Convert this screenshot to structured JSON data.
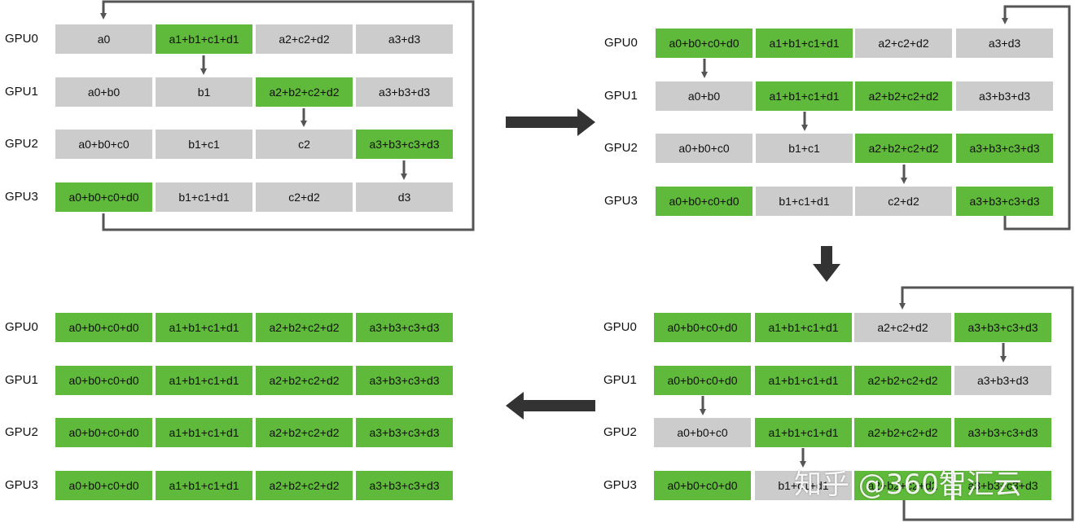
{
  "colors": {
    "gray": "#cccccc",
    "green": "#5fb93a",
    "line": "#555555",
    "arrow": "#333333"
  },
  "panels": [
    {
      "id": "top-left",
      "rows": [
        {
          "label": "GPU0",
          "cells": [
            {
              "text": "a0",
              "state": "gray"
            },
            {
              "text": "a1+b1+c1+d1",
              "state": "green"
            },
            {
              "text": "a2+c2+d2",
              "state": "gray"
            },
            {
              "text": "a3+d3",
              "state": "gray"
            }
          ]
        },
        {
          "label": "GPU1",
          "cells": [
            {
              "text": "a0+b0",
              "state": "gray"
            },
            {
              "text": "b1",
              "state": "gray"
            },
            {
              "text": "a2+b2+c2+d2",
              "state": "green"
            },
            {
              "text": "a3+b3+d3",
              "state": "gray"
            }
          ]
        },
        {
          "label": "GPU2",
          "cells": [
            {
              "text": "a0+b0+c0",
              "state": "gray"
            },
            {
              "text": "b1+c1",
              "state": "gray"
            },
            {
              "text": "c2",
              "state": "gray"
            },
            {
              "text": "a3+b3+c3+d3",
              "state": "green"
            }
          ]
        },
        {
          "label": "GPU3",
          "cells": [
            {
              "text": "a0+b0+c0+d0",
              "state": "green"
            },
            {
              "text": "b1+c1+d1",
              "state": "gray"
            },
            {
              "text": "c2+d2",
              "state": "gray"
            },
            {
              "text": "d3",
              "state": "gray"
            }
          ]
        }
      ]
    },
    {
      "id": "top-right",
      "rows": [
        {
          "label": "GPU0",
          "cells": [
            {
              "text": "a0+b0+c0+d0",
              "state": "green"
            },
            {
              "text": "a1+b1+c1+d1",
              "state": "green"
            },
            {
              "text": "a2+c2+d2",
              "state": "gray"
            },
            {
              "text": "a3+d3",
              "state": "gray"
            }
          ]
        },
        {
          "label": "GPU1",
          "cells": [
            {
              "text": "a0+b0",
              "state": "gray"
            },
            {
              "text": "a1+b1+c1+d1",
              "state": "green"
            },
            {
              "text": "a2+b2+c2+d2",
              "state": "green"
            },
            {
              "text": "a3+b3+d3",
              "state": "gray"
            }
          ]
        },
        {
          "label": "GPU2",
          "cells": [
            {
              "text": "a0+b0+c0",
              "state": "gray"
            },
            {
              "text": "b1+c1",
              "state": "gray"
            },
            {
              "text": "a2+b2+c2+d2",
              "state": "green"
            },
            {
              "text": "a3+b3+c3+d3",
              "state": "green"
            }
          ]
        },
        {
          "label": "GPU3",
          "cells": [
            {
              "text": "a0+b0+c0+d0",
              "state": "green"
            },
            {
              "text": "b1+c1+d1",
              "state": "gray"
            },
            {
              "text": "c2+d2",
              "state": "gray"
            },
            {
              "text": "a3+b3+c3+d3",
              "state": "green"
            }
          ]
        }
      ]
    },
    {
      "id": "bottom-right",
      "rows": [
        {
          "label": "GPU0",
          "cells": [
            {
              "text": "a0+b0+c0+d0",
              "state": "green"
            },
            {
              "text": "a1+b1+c1+d1",
              "state": "green"
            },
            {
              "text": "a2+c2+d2",
              "state": "gray"
            },
            {
              "text": "a3+b3+c3+d3",
              "state": "green"
            }
          ]
        },
        {
          "label": "GPU1",
          "cells": [
            {
              "text": "a0+b0+c0+d0",
              "state": "green"
            },
            {
              "text": "a1+b1+c1+d1",
              "state": "green"
            },
            {
              "text": "a2+b2+c2+d2",
              "state": "green"
            },
            {
              "text": "a3+b3+d3",
              "state": "gray"
            }
          ]
        },
        {
          "label": "GPU2",
          "cells": [
            {
              "text": "a0+b0+c0",
              "state": "gray"
            },
            {
              "text": "a1+b1+c1+d1",
              "state": "green"
            },
            {
              "text": "a2+b2+c2+d2",
              "state": "green"
            },
            {
              "text": "a3+b3+c3+d3",
              "state": "green"
            }
          ]
        },
        {
          "label": "GPU3",
          "cells": [
            {
              "text": "a0+b0+c0+d0",
              "state": "green"
            },
            {
              "text": "b1+c1+d1",
              "state": "gray"
            },
            {
              "text": "a2+b2+c2+d2",
              "state": "green"
            },
            {
              "text": "a3+b3+c3+d3",
              "state": "green"
            }
          ]
        }
      ]
    },
    {
      "id": "bottom-left",
      "rows": [
        {
          "label": "GPU0",
          "cells": [
            {
              "text": "a0+b0+c0+d0",
              "state": "green"
            },
            {
              "text": "a1+b1+c1+d1",
              "state": "green"
            },
            {
              "text": "a2+b2+c2+d2",
              "state": "green"
            },
            {
              "text": "a3+b3+c3+d3",
              "state": "green"
            }
          ]
        },
        {
          "label": "GPU1",
          "cells": [
            {
              "text": "a0+b0+c0+d0",
              "state": "green"
            },
            {
              "text": "a1+b1+c1+d1",
              "state": "green"
            },
            {
              "text": "a2+b2+c2+d2",
              "state": "green"
            },
            {
              "text": "a3+b3+c3+d3",
              "state": "green"
            }
          ]
        },
        {
          "label": "GPU2",
          "cells": [
            {
              "text": "a0+b0+c0+d0",
              "state": "green"
            },
            {
              "text": "a1+b1+c1+d1",
              "state": "green"
            },
            {
              "text": "a2+b2+c2+d2",
              "state": "green"
            },
            {
              "text": "a3+b3+c3+d3",
              "state": "green"
            }
          ]
        },
        {
          "label": "GPU3",
          "cells": [
            {
              "text": "a0+b0+c0+d0",
              "state": "green"
            },
            {
              "text": "a1+b1+c1+d1",
              "state": "green"
            },
            {
              "text": "a2+b2+c2+d2",
              "state": "green"
            },
            {
              "text": "a3+b3+c3+d3",
              "state": "green"
            }
          ]
        }
      ]
    }
  ],
  "watermark": "知乎 @360智汇云"
}
